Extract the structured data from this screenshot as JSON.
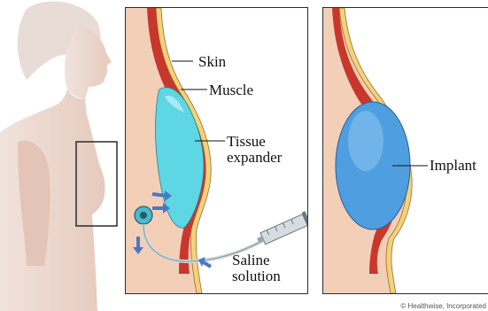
{
  "labels": {
    "skin": "Skin",
    "muscle": "Muscle",
    "tissue_expander_line1": "Tissue",
    "tissue_expander_line2": "expander",
    "saline_line1": "Saline",
    "saline_line2": "solution",
    "implant": "Implant"
  },
  "credit": "© Healthwise, Incorporated",
  "colors": {
    "skin": "#f3cfb8",
    "fat": "#f2d27a",
    "muscle": "#c8372c",
    "expander": "#5fd6e4",
    "implant": "#4f9fe0",
    "outline": "#2b2b2b"
  }
}
